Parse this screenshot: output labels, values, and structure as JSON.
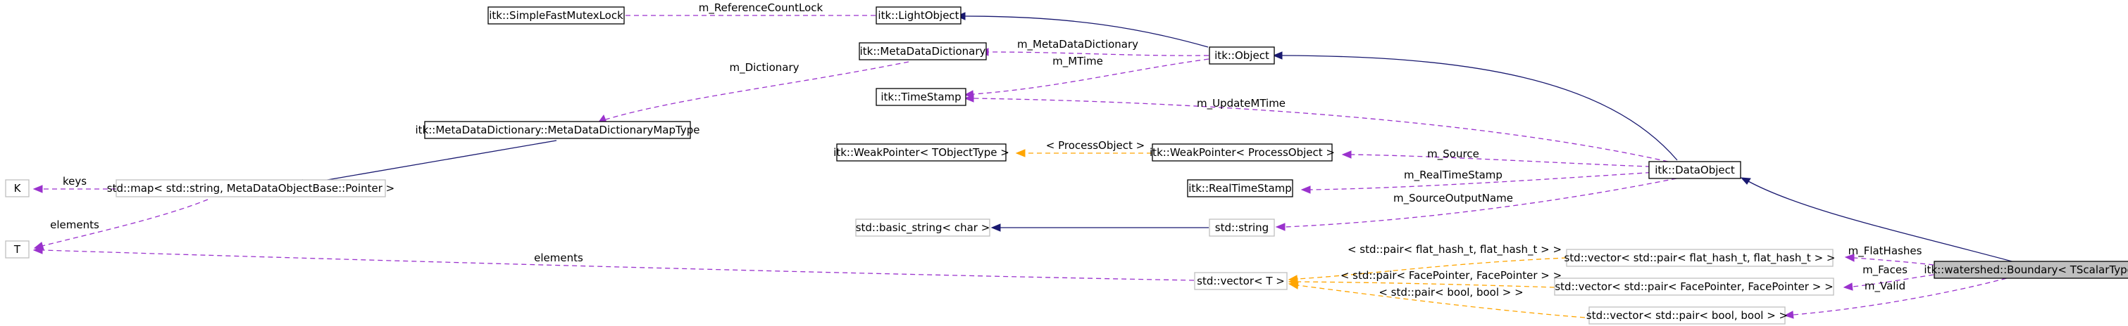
{
  "colors": {
    "inheritance": "#191970",
    "usage": "#9a32cd",
    "template": "#ffa500",
    "focus_fill": "#bfbfbf",
    "documented_border": "#000000",
    "undocumented_border": "#bfbfbf"
  },
  "nodes": {
    "simple_fast_mutex_lock": "itk::SimpleFastMutexLock",
    "light_object": "itk::LightObject",
    "meta_data_dictionary": "itk::MetaDataDictionary",
    "object": "itk::Object",
    "time_stamp": "itk::TimeStamp",
    "meta_data_dictionary_map_type": "itk::MetaDataDictionary::MetaDataDictionaryMapType",
    "weak_pointer_tobjecttype": "itk::WeakPointer< TObjectType >",
    "weak_pointer_processobject": "itk::WeakPointer< ProcessObject >",
    "k": "K",
    "std_map": "std::map< std::string, MetaDataObjectBase::Pointer >",
    "data_object": "itk::DataObject",
    "real_time_stamp": "itk::RealTimeStamp",
    "t": "T",
    "basic_string": "std::basic_string< char >",
    "std_string": "std::string",
    "vector_flat_hash": "std::vector< std::pair< flat_hash_t, flat_hash_t > >",
    "boundary": "itk::watershed::Boundary< TScalarType, TDimension >",
    "std_vector_t": "std::vector< T >",
    "vector_face_pointer": "std::vector< std::pair< FacePointer, FacePointer > >",
    "vector_bool": "std::vector< std::pair< bool, bool > >"
  },
  "edge_labels": {
    "m_reference_count_lock": "m_ReferenceCountLock",
    "m_meta_data_dictionary": "m_MetaDataDictionary",
    "m_mtime": "m_MTime",
    "m_dictionary": "m_Dictionary",
    "m_update_mtime": "m_UpdateMTime",
    "process_object_tpl": "< ProcessObject >",
    "m_source": "m_Source",
    "m_real_time_stamp": "m_RealTimeStamp",
    "keys": "keys",
    "elements_map": "elements",
    "m_source_output_name": "m_SourceOutputName",
    "pair_flat_hash_tpl": "< std::pair< flat_hash_t, flat_hash_t > >",
    "m_flat_hashes": "m_FlatHashes",
    "elements_vector": "elements",
    "pair_face_pointer_tpl": "< std::pair< FacePointer, FacePointer > >",
    "m_faces": "m_Faces",
    "pair_bool_tpl": "< std::pair< bool, bool > >",
    "m_valid": "m_Valid"
  }
}
